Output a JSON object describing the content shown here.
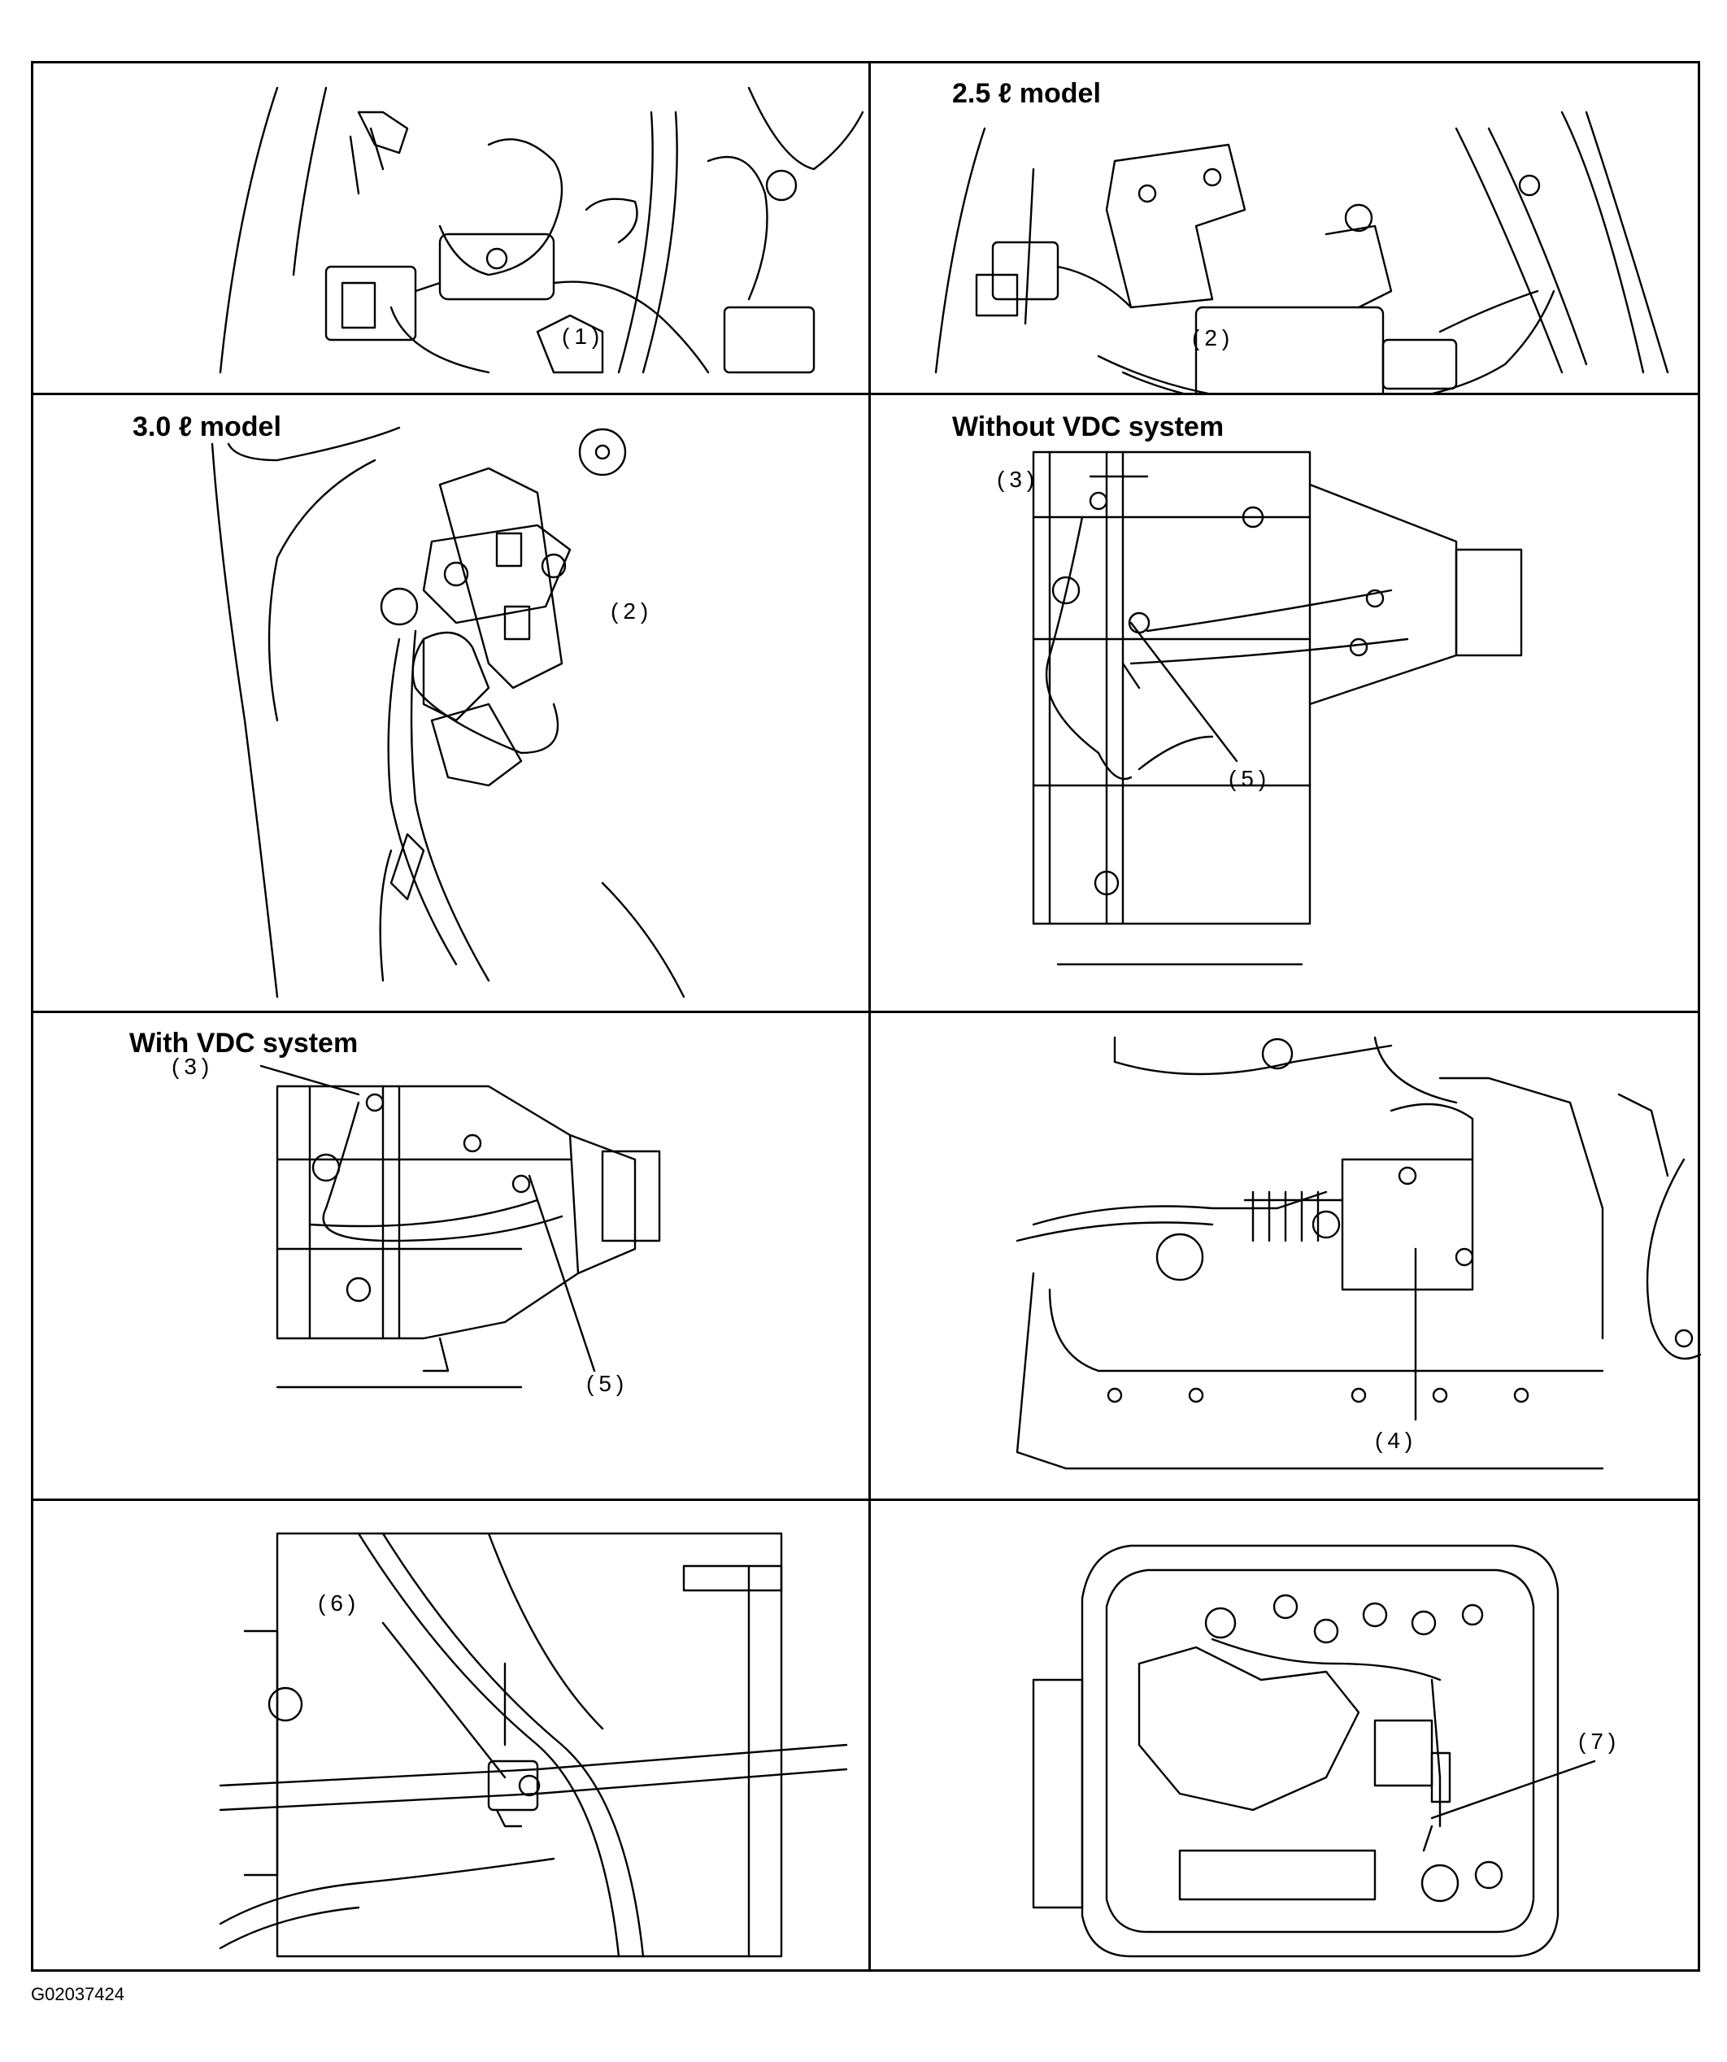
{
  "panels": [
    {
      "title": "",
      "callouts": [
        "(1)"
      ]
    },
    {
      "title": "2.5 ℓ model",
      "callouts": [
        "(2)"
      ]
    },
    {
      "title": "3.0 ℓ model",
      "callouts": [
        "(2)"
      ]
    },
    {
      "title": "Without VDC system",
      "callouts": [
        "(3)",
        "(5)"
      ]
    },
    {
      "title": "With VDC system",
      "callouts": [
        "(3)",
        "(5)"
      ]
    },
    {
      "title": "",
      "callouts": [
        "(4)"
      ]
    },
    {
      "title": "",
      "callouts": [
        "(6)"
      ]
    },
    {
      "title": "",
      "callouts": [
        "(7)"
      ]
    }
  ],
  "figure_id": "G02037424"
}
